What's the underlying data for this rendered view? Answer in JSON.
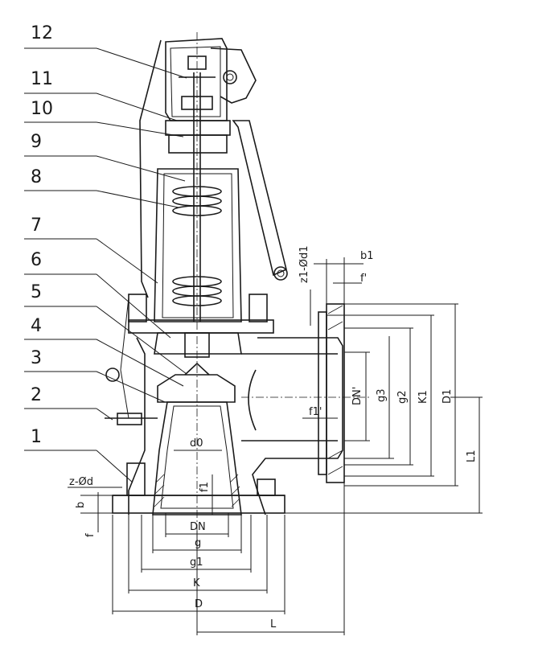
{
  "diagram": {
    "part_numbers": [
      "12",
      "11",
      "10",
      "9",
      "8",
      "7",
      "6",
      "5",
      "4",
      "3",
      "2",
      "1"
    ],
    "dimensions": {
      "b1": "b1",
      "z1_d1": "z1-Ød1",
      "f_top": "f'",
      "DN_prime": "DN'",
      "g3": "g3",
      "g2": "g2",
      "K1": "K1",
      "D1": "D1",
      "f1_prime": "f1'",
      "L1": "L1",
      "d0": "d0",
      "z_d": "z-Ød",
      "b": "b",
      "f": "f",
      "f1": "f1",
      "DN": "DN",
      "g": "g",
      "g1": "g1",
      "K": "K",
      "D": "D",
      "L": "L"
    }
  }
}
